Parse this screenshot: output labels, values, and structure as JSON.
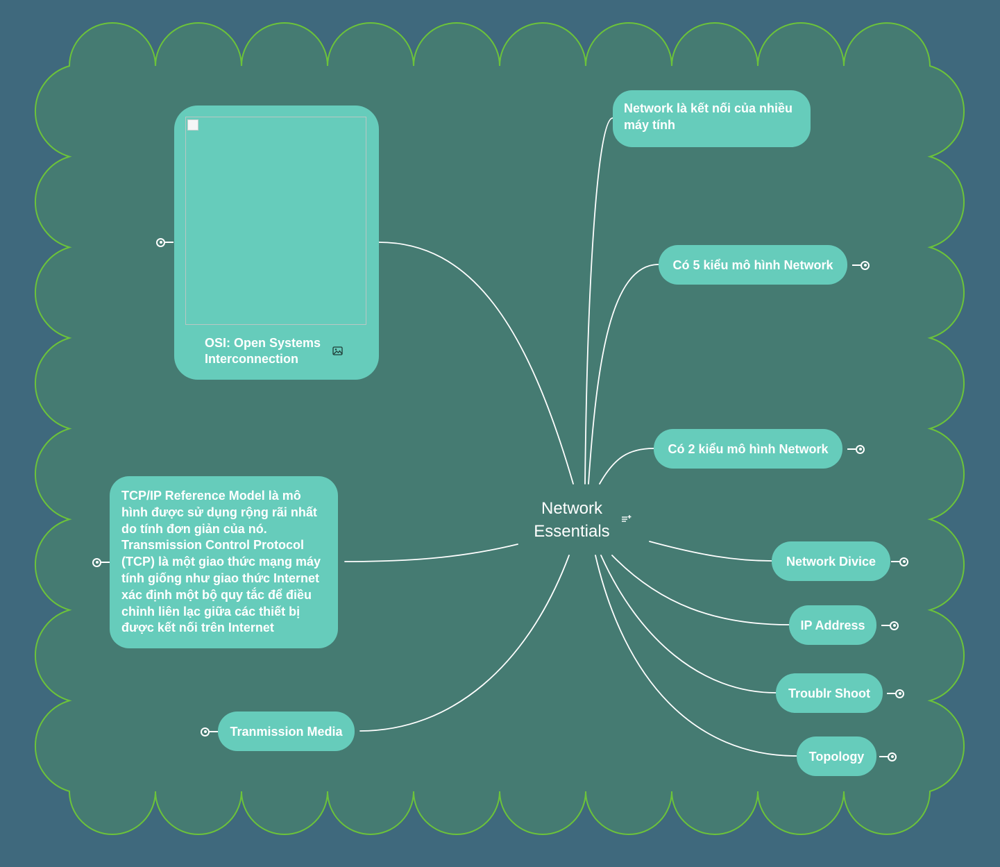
{
  "colors": {
    "background": "#3f697d",
    "boundary_fill": "#457b72",
    "boundary_stroke": "#6cc33a",
    "node_fill": "#66ccbb",
    "text": "#ffffff",
    "connector": "#ffffff"
  },
  "map": {
    "central_topic": "Network Essentials",
    "central_note_icon": "note-icon"
  },
  "topics": {
    "osi": {
      "label": "OSI: Open Systems Interconnection",
      "attachment_icon": "image-icon"
    },
    "network_definition": {
      "label": "Network là kết nối của nhiều máy tính"
    },
    "five_models": {
      "label": "Có 5 kiểu mô hình Network"
    },
    "two_models": {
      "label": "Có 2 kiểu mô hình Network"
    },
    "tcpip": {
      "label": "TCP/IP Reference Model là mô hình được sử dụng rộng rãi nhất do tính đơn giản của nó. Transmission Control Protocol (TCP) là một giao thức mạng máy tính giống như giao thức Internet xác định một bộ quy tắc để điều chỉnh liên lạc giữa các thiết bị được kết nối trên Internet"
    },
    "network_device": {
      "label": "Network Divice"
    },
    "ip_address": {
      "label": "IP Address"
    },
    "troubleshoot": {
      "label": "Troublr Shoot"
    },
    "topology": {
      "label": "Topology"
    },
    "transmission_media": {
      "label": "Tranmission Media"
    }
  }
}
